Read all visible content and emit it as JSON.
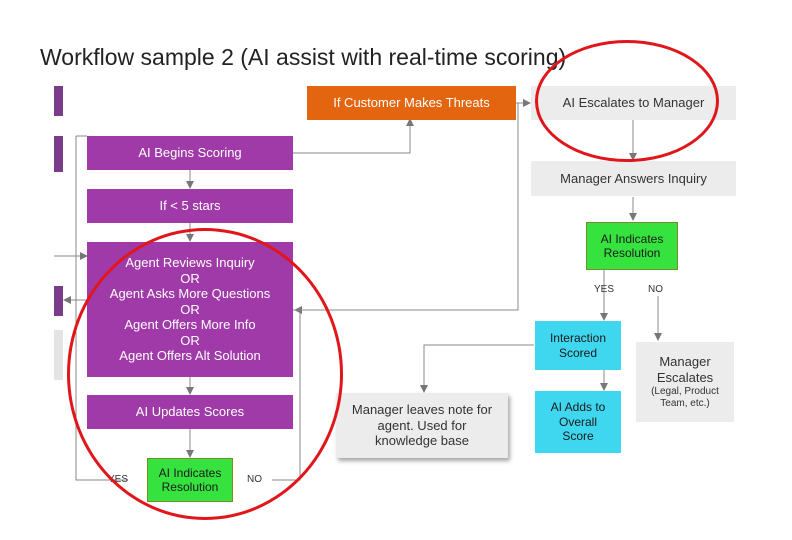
{
  "title": "Workflow sample 2 (AI assist with real-time scoring)",
  "nodes": {
    "threats": "If Customer Makes Threats",
    "escalates_manager": "AI Escalates to Manager",
    "begins_scoring": "AI Begins Scoring",
    "manager_answers": "Manager Answers Inquiry",
    "under_5_stars": "If < 5 stars",
    "ai_resolution_right": [
      "AI Indicates",
      "Resolution"
    ],
    "agent_options": [
      "Agent Reviews Inquiry",
      "OR",
      "Agent Asks More Questions",
      "OR",
      "Agent Offers More Info",
      "OR",
      "Agent Offers Alt Solution"
    ],
    "interaction_scored": [
      "Interaction",
      "Scored"
    ],
    "manager_escalates": [
      "Manager",
      "Escalates",
      "(Legal, Product",
      "Team, etc.)"
    ],
    "manager_note": [
      "Manager leaves note for",
      "agent. Used for",
      "knowledge base"
    ],
    "ai_adds_score": [
      "AI Adds to",
      "Overall",
      "Score"
    ],
    "ai_updates_scores": "AI Updates Scores",
    "ai_resolution_left": [
      "AI Indicates",
      "Resolution"
    ]
  },
  "labels": {
    "yes_right": "YES",
    "no_right": "NO",
    "yes_left": "YES",
    "no_left": "NO"
  },
  "colors": {
    "purple": "#a13aa9",
    "orange": "#e3650f",
    "green": "#35e23e",
    "cyan": "#3fd6ef",
    "gray": "#ececec",
    "highlight_ring": "#e0161a"
  }
}
